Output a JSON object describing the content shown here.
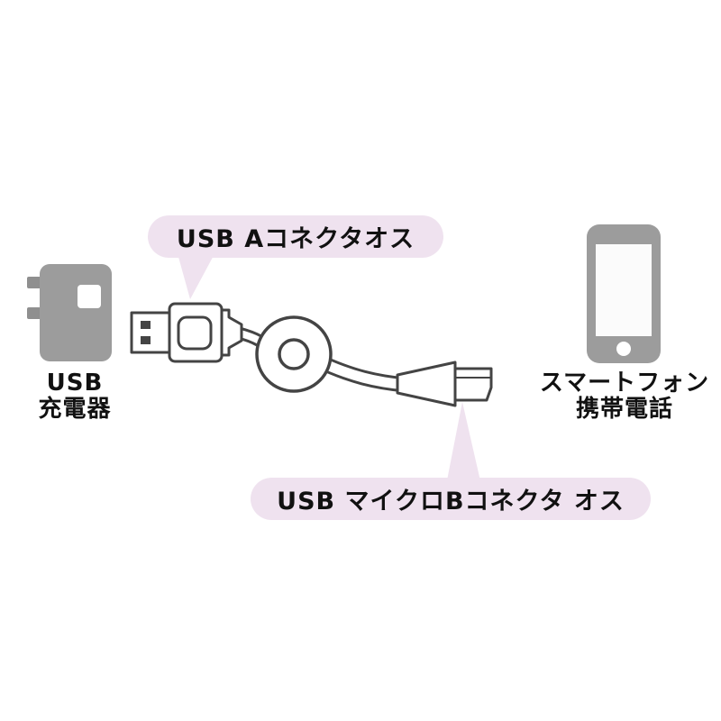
{
  "colors": {
    "background": "#ffffff",
    "callout_bg": "#efe2ef",
    "device_gray": "#9c9c9c",
    "outline": "#444444",
    "text": "#111111"
  },
  "callouts": {
    "top": {
      "label": "USB Aコネクタオス"
    },
    "bottom": {
      "label": "USB マイクロBコネクタ オス"
    }
  },
  "charger": {
    "label_line1": "USB",
    "label_line2": "充電器"
  },
  "phone": {
    "label_line1": "スマートフォン",
    "label_line2": "携帯電話"
  },
  "icons": {
    "charger": "usb-ac-charger-icon",
    "cable": "retractable-usb-cable-icon",
    "usb_a": "usb-a-connector-icon",
    "usb_micro_b": "usb-micro-b-connector-icon",
    "phone": "smartphone-icon"
  }
}
